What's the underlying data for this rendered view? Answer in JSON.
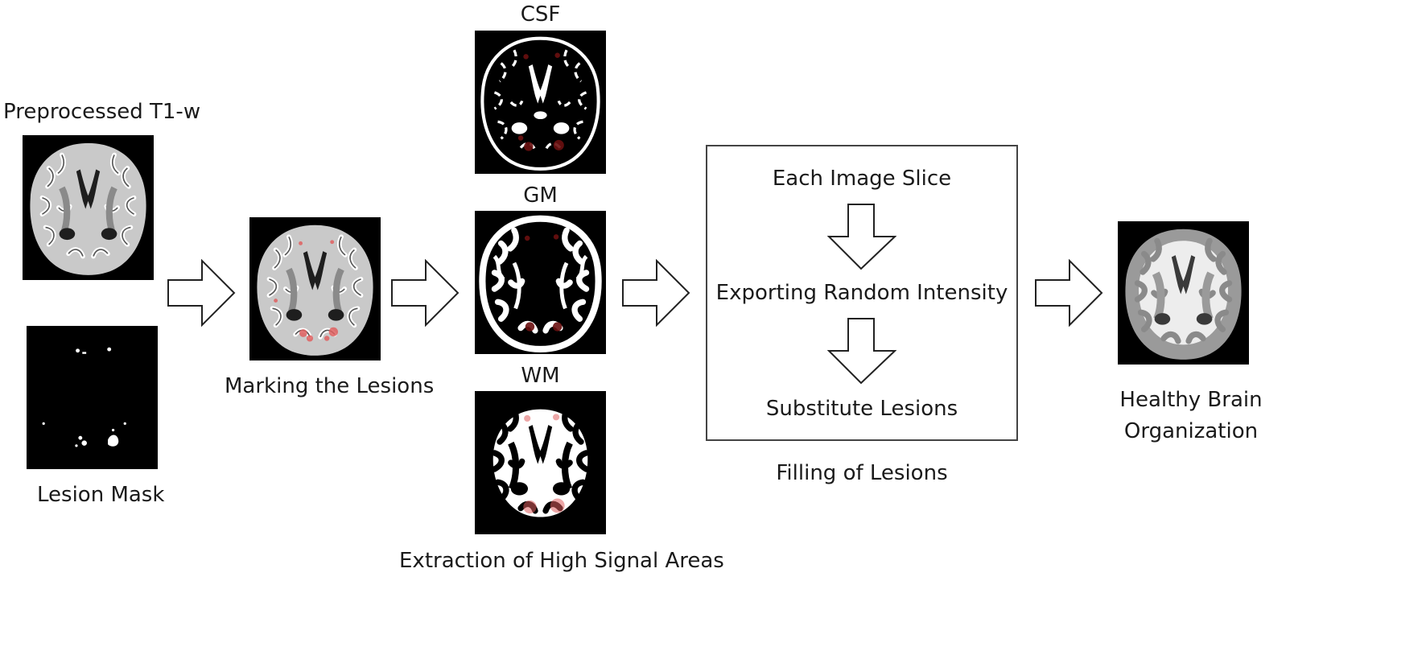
{
  "input": {
    "t1_title": "Preprocessed T1-w",
    "mask_title": "Lesion Mask"
  },
  "marking": {
    "caption": "Marking the Lesions"
  },
  "extraction": {
    "csf_title": "CSF",
    "gm_title": "GM",
    "wm_title": "WM",
    "caption": "Extraction of High Signal Areas"
  },
  "filling": {
    "step1": "Each Image Slice",
    "step2": "Exporting Random Intensity",
    "step3": "Substitute Lesions",
    "caption": "Filling of Lesions"
  },
  "output": {
    "caption_line1": "Healthy Brain",
    "caption_line2": "Organization"
  },
  "colors": {
    "lesion": "#e06060",
    "lesion_dark": "#6b1010"
  }
}
